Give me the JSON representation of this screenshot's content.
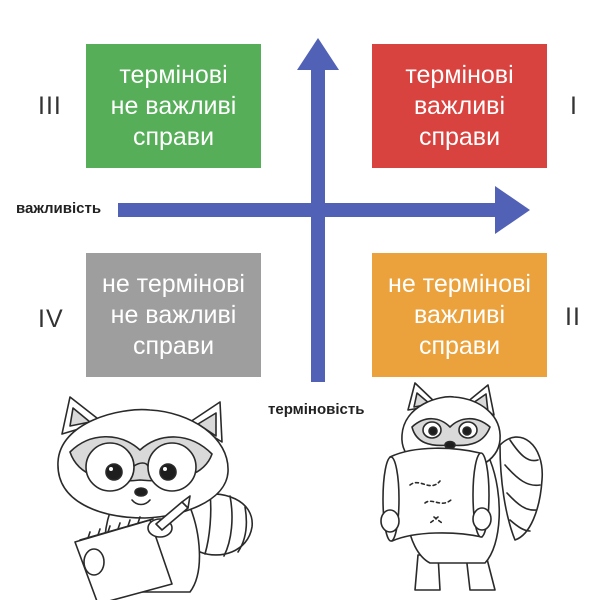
{
  "colors": {
    "axis": "#5161b6",
    "quadrant_I": "#d9433f",
    "quadrant_II": "#eba23c",
    "quadrant_III": "#56ae58",
    "quadrant_IV": "#9e9e9e"
  },
  "axes": {
    "horizontal_label": "важливість",
    "vertical_label": "терміновість"
  },
  "quadrants": {
    "I": {
      "numeral": "I",
      "line1": "термінові",
      "line2": "важливі",
      "line3": "справи"
    },
    "II": {
      "numeral": "II",
      "line1": "не термінові",
      "line2": "важливі",
      "line3": "справи"
    },
    "III": {
      "numeral": "III",
      "line1": "термінові",
      "line2": "не важливі",
      "line3": "справи"
    },
    "IV": {
      "numeral": "IV",
      "line1": "не термінові",
      "line2": "не важливі",
      "line3": "справи"
    }
  }
}
